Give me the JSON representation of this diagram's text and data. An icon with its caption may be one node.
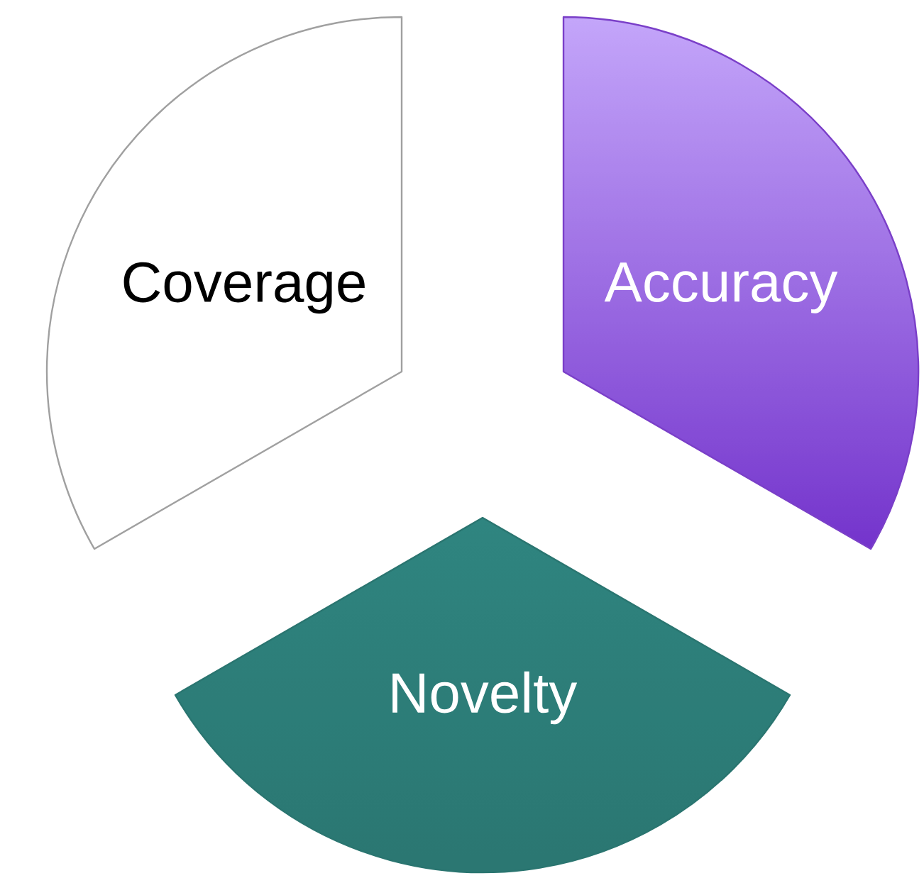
{
  "diagram": {
    "nodes": [
      {
        "text": [
          "Coverage"
        ]
      },
      {
        "text": [
          "Accuracy"
        ]
      },
      {
        "text": [
          "Novelty"
        ]
      }
    ]
  }
}
